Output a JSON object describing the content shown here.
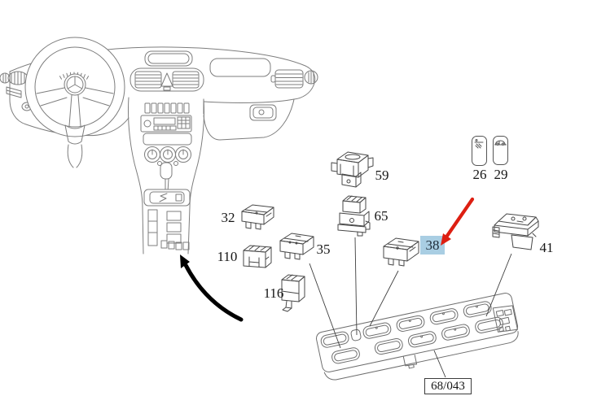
{
  "figure": {
    "ref_code": "68/043",
    "highlighted_callout": "38",
    "highlight_color": "#a9cee3",
    "pointer_arrow_color": "#dd1f12",
    "direction_arrow_color": "#000000"
  },
  "callouts": {
    "c26": {
      "label": "26"
    },
    "c29": {
      "label": "29"
    },
    "c32": {
      "label": "32"
    },
    "c35": {
      "label": "35"
    },
    "c38": {
      "label": "38"
    },
    "c41": {
      "label": "41"
    },
    "c59": {
      "label": "59"
    },
    "c65": {
      "label": "65"
    },
    "c110": {
      "label": "110"
    },
    "c116": {
      "label": "116"
    }
  },
  "icons": {
    "cap_26": "washer-jet-icon",
    "cap_29": "car-silhouette-icon",
    "steering_wheel_badge": "mercedes-star-icon"
  }
}
